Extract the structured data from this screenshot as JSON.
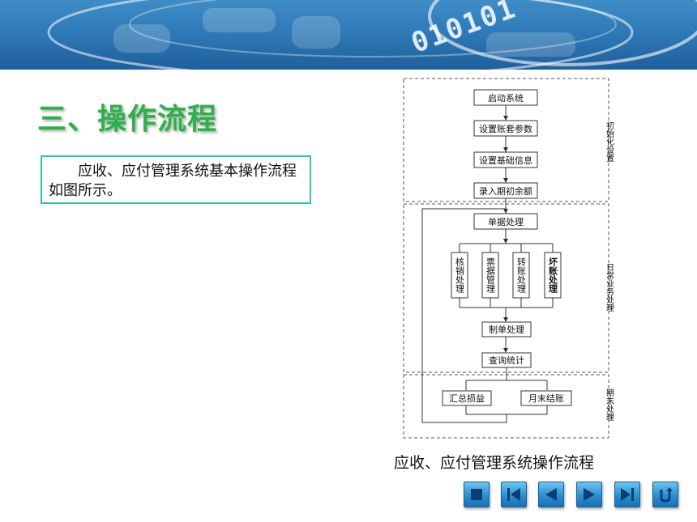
{
  "slide": {
    "title": "三、操作流程",
    "description": "应收、应付管理系统基本操作流程如图所示。",
    "caption": "应收、应付管理系统操作流程"
  },
  "banner": {
    "binary_text": "010101"
  },
  "diagram": {
    "sections": [
      "初始化设置",
      "日常业务处理",
      "期末处理"
    ],
    "init_steps": [
      "启动系统",
      "设置账套参数",
      "设置基础信息",
      "录入期初余额"
    ],
    "bill_processing": "单据处理",
    "daily_branches": [
      "核销处理",
      "票据管理",
      "转账处理",
      "坏账处理"
    ],
    "voucher": "制单处理",
    "query": "查询统计",
    "period_end": [
      "汇总损益",
      "月末结账"
    ]
  },
  "nav": {
    "buttons": [
      "stop",
      "first",
      "previous",
      "next",
      "last",
      "return"
    ]
  },
  "colors": {
    "title_green": "#2eb04a",
    "box_border": "#33c29a",
    "nav_blue": "#2a8fd0"
  }
}
